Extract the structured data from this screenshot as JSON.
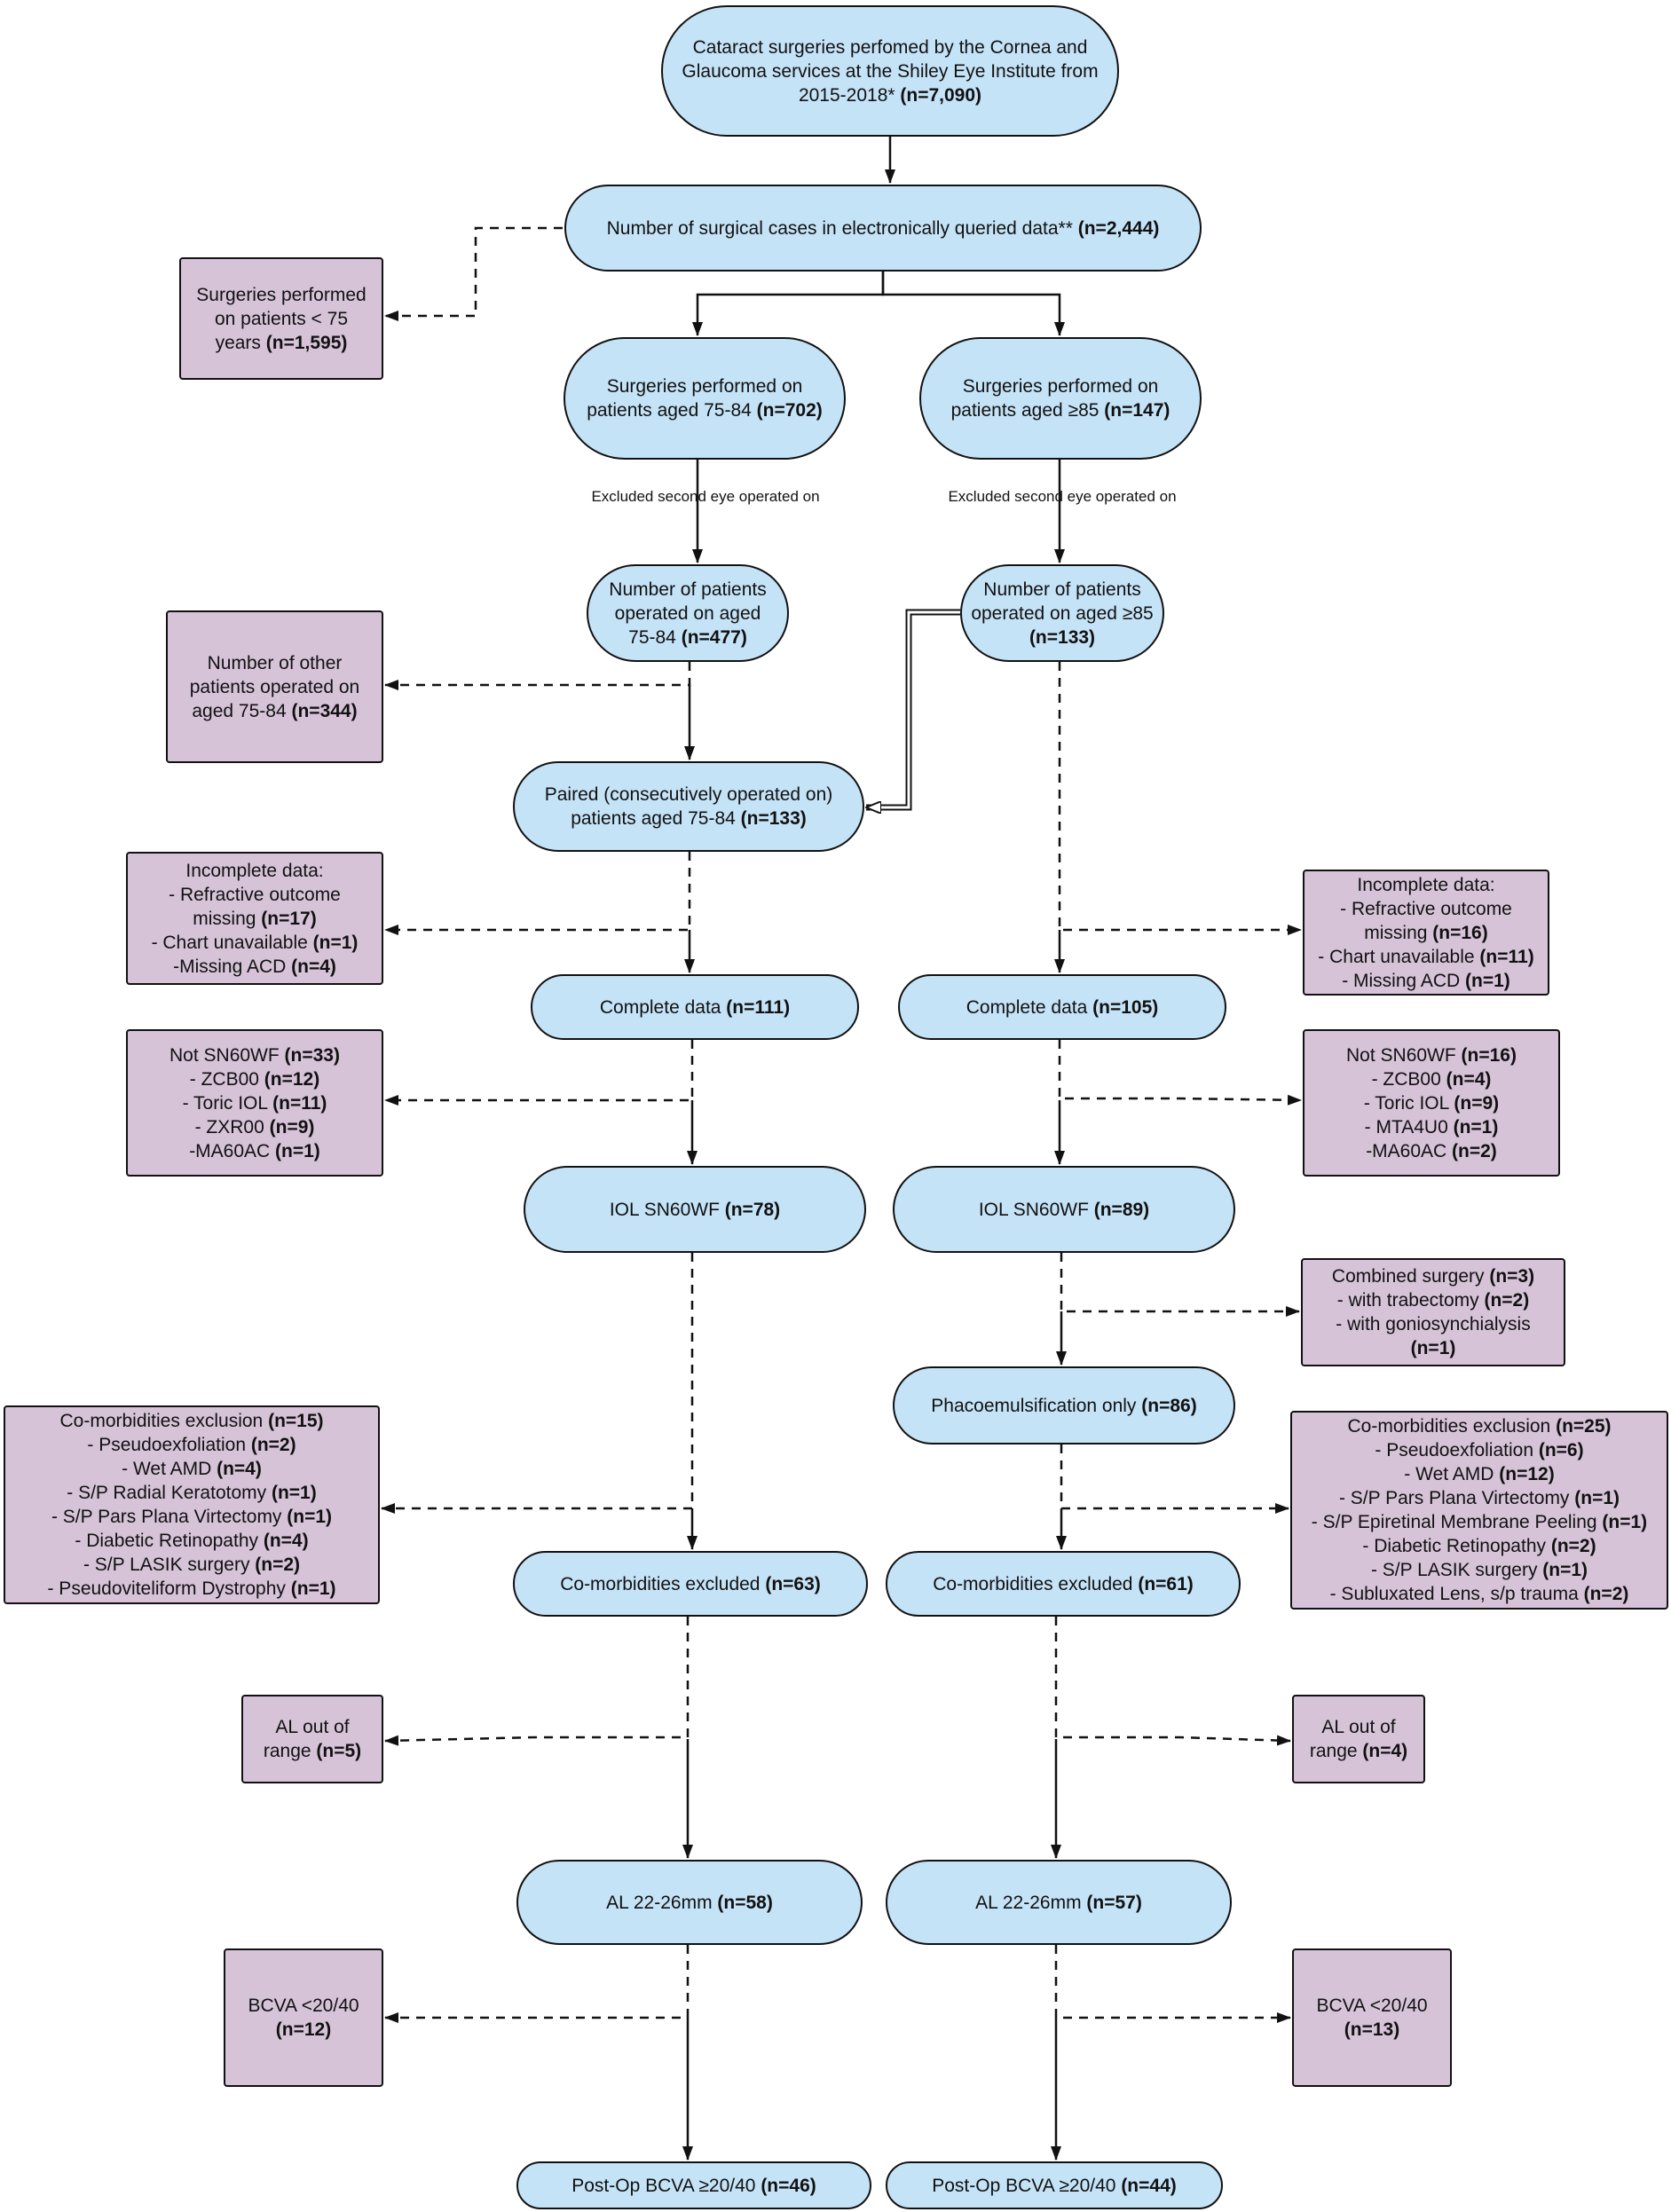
{
  "nodes": [
    {
      "id": "n_total",
      "shape": "pill",
      "lines": [
        {
          "t": "Cataract surgeries perfomed by the Cornea and"
        },
        {
          "t": "Glaucoma services at the Shiley Eye Institute from"
        },
        {
          "t": "2015-2018* ",
          "b": "(n=7,090)"
        }
      ]
    },
    {
      "id": "n_queried",
      "shape": "pill",
      "lines": [
        {
          "t": "Number of surgical cases in electronically queried data** ",
          "b": "(n=2,444)"
        }
      ]
    },
    {
      "id": "x_under75",
      "shape": "box",
      "lines": [
        {
          "t": "Surgeries performed"
        },
        {
          "t": "on patients < 75"
        },
        {
          "t": "years  ",
          "b": "(n=1,595)"
        }
      ]
    },
    {
      "id": "l_age7584",
      "shape": "pill",
      "lines": [
        {
          "t": "Surgeries performed on"
        },
        {
          "t": "patients aged 75-84 ",
          "b": "(n=702)"
        }
      ]
    },
    {
      "id": "r_age85",
      "shape": "pill",
      "lines": [
        {
          "t": "Surgeries performed on"
        },
        {
          "t": "patients aged ≥85 ",
          "b": "(n=147)"
        }
      ]
    },
    {
      "id": "l_pat477",
      "shape": "pill",
      "lines": [
        {
          "t": "Number of patients"
        },
        {
          "t": "operated on aged"
        },
        {
          "t": "75-84 ",
          "b": "(n=477)"
        }
      ]
    },
    {
      "id": "r_pat133",
      "shape": "pill",
      "lines": [
        {
          "t": "Number of patients"
        },
        {
          "t": "operated on aged ≥85"
        },
        {
          "b": "(n=133)"
        }
      ]
    },
    {
      "id": "x_other344",
      "shape": "box",
      "lines": [
        {
          "t": "Number of other"
        },
        {
          "t": "patients operated on"
        },
        {
          "t": "aged 75-84 ",
          "b": "(n=344)"
        }
      ]
    },
    {
      "id": "l_paired",
      "shape": "pill",
      "lines": [
        {
          "t": "Paired (consecutively operated on)"
        },
        {
          "t": "patients aged 75-84 ",
          "b": "(n=133)"
        }
      ]
    },
    {
      "id": "x_l_incomplete",
      "shape": "box",
      "lines": [
        {
          "t": "Incomplete data:"
        },
        {
          "t": "- Refractive outcome"
        },
        {
          "t": "missing ",
          "b": "(n=17)"
        },
        {
          "t": "- Chart unavailable ",
          "b": "(n=1)"
        },
        {
          "t": "-Missing ACD ",
          "b": "(n=4)"
        }
      ]
    },
    {
      "id": "x_r_incomplete",
      "shape": "box",
      "lines": [
        {
          "t": "Incomplete data:"
        },
        {
          "t": "- Refractive outcome"
        },
        {
          "t": "missing ",
          "b": "(n=16)"
        },
        {
          "t": "- Chart unavailable ",
          "b": "(n=11)"
        },
        {
          "t": "- Missing ACD ",
          "b": "(n=1)"
        }
      ]
    },
    {
      "id": "l_complete",
      "shape": "pill",
      "lines": [
        {
          "t": "Complete data ",
          "b": "(n=111)"
        }
      ]
    },
    {
      "id": "r_complete",
      "shape": "pill",
      "lines": [
        {
          "t": "Complete data ",
          "b": "(n=105)"
        }
      ]
    },
    {
      "id": "x_l_notsn",
      "shape": "box",
      "lines": [
        {
          "t": "Not SN60WF ",
          "b": "(n=33)"
        },
        {
          "t": "- ZCB00 ",
          "b": "(n=12)"
        },
        {
          "t": "- Toric IOL ",
          "b": "(n=11)"
        },
        {
          "t": "- ZXR00 ",
          "b": "(n=9)"
        },
        {
          "t": "-MA60AC ",
          "b": "(n=1)"
        }
      ]
    },
    {
      "id": "x_r_notsn",
      "shape": "box",
      "lines": [
        {
          "t": "Not SN60WF ",
          "b": "(n=16)"
        },
        {
          "t": "- ZCB00 ",
          "b": "(n=4)"
        },
        {
          "t": "- Toric IOL ",
          "b": "(n=9)"
        },
        {
          "t": "- MTA4U0 ",
          "b": "(n=1)"
        },
        {
          "t": "-MA60AC ",
          "b": "(n=2)"
        }
      ]
    },
    {
      "id": "l_iol",
      "shape": "pill",
      "lines": [
        {
          "t": "IOL SN60WF ",
          "b": "(n=78)"
        }
      ]
    },
    {
      "id": "r_iol",
      "shape": "pill",
      "lines": [
        {
          "t": "IOL SN60WF ",
          "b": "(n=89)"
        }
      ]
    },
    {
      "id": "x_r_combined",
      "shape": "box",
      "lines": [
        {
          "t": "Combined surgery ",
          "b": "(n=3)"
        },
        {
          "t": "- with trabectomy ",
          "b": "(n=2)"
        },
        {
          "t": "- with goniosynchialysis"
        },
        {
          "b": "(n=1)"
        }
      ]
    },
    {
      "id": "r_phaco",
      "shape": "pill",
      "lines": [
        {
          "t": "Phacoemulsification only ",
          "b": "(n=86)"
        }
      ]
    },
    {
      "id": "x_l_comorb",
      "shape": "box",
      "lines": [
        {
          "t": "Co-morbidities exclusion ",
          "b": "(n=15)"
        },
        {
          "t": "- Pseudoexfoliation ",
          "b": "(n=2)"
        },
        {
          "t": "- Wet AMD ",
          "b": "(n=4)"
        },
        {
          "t": "- S/P Radial Keratotomy ",
          "b": "(n=1)"
        },
        {
          "t": "- S/P Pars Plana Virtectomy ",
          "b": "(n=1)"
        },
        {
          "t": "- Diabetic Retinopathy ",
          "b": "(n=4)"
        },
        {
          "t": "- S/P LASIK surgery ",
          "b": "(n=2)"
        },
        {
          "t": "- Pseudoviteliform Dystrophy ",
          "b": "(n=1)"
        }
      ]
    },
    {
      "id": "x_r_comorb",
      "shape": "box",
      "lines": [
        {
          "t": "Co-morbidities exclusion ",
          "b": "(n=25)"
        },
        {
          "t": "- Pseudoexfoliation ",
          "b": "(n=6)"
        },
        {
          "t": "- Wet AMD ",
          "b": "(n=12)"
        },
        {
          "t": "- S/P Pars Plana Virtectomy ",
          "b": "(n=1)"
        },
        {
          "t": "- S/P Epiretinal Membrane Peeling ",
          "b": "(n=1)"
        },
        {
          "t": "- Diabetic Retinopathy ",
          "b": "(n=2)"
        },
        {
          "t": "- S/P LASIK surgery ",
          "b": "(n=1)"
        },
        {
          "t": "- Subluxated Lens, s/p trauma ",
          "b": "(n=2)"
        }
      ]
    },
    {
      "id": "l_comorb_ex",
      "shape": "pill",
      "lines": [
        {
          "t": "Co-morbidities excluded ",
          "b": "(n=63)"
        }
      ]
    },
    {
      "id": "r_comorb_ex",
      "shape": "pill",
      "lines": [
        {
          "t": "Co-morbidities excluded ",
          "b": "(n=61)"
        }
      ]
    },
    {
      "id": "x_l_al",
      "shape": "box",
      "lines": [
        {
          "t": "AL out of"
        },
        {
          "t": "range ",
          "b": "(n=5)"
        }
      ]
    },
    {
      "id": "x_r_al",
      "shape": "box",
      "lines": [
        {
          "t": "AL out of"
        },
        {
          "t": "range ",
          "b": "(n=4)"
        }
      ]
    },
    {
      "id": "l_al",
      "shape": "pill",
      "lines": [
        {
          "t": "AL 22-26mm ",
          "b": "(n=58)"
        }
      ]
    },
    {
      "id": "r_al",
      "shape": "pill",
      "lines": [
        {
          "t": "AL 22-26mm ",
          "b": "(n=57)"
        }
      ]
    },
    {
      "id": "x_l_bcva",
      "shape": "box",
      "lines": [
        {
          "t": "BCVA <20/40"
        },
        {
          "b": "(n=12)"
        }
      ]
    },
    {
      "id": "x_r_bcva",
      "shape": "box",
      "lines": [
        {
          "t": "BCVA <20/40"
        },
        {
          "b": "(n=13)"
        }
      ]
    },
    {
      "id": "l_final",
      "shape": "pill",
      "lines": [
        {
          "t": "Post-Op BCVA ≥20/40 ",
          "b": "(n=46)"
        }
      ]
    },
    {
      "id": "r_final",
      "shape": "pill",
      "lines": [
        {
          "t": "Post-Op BCVA ≥20/40 ",
          "b": "(n=44)"
        }
      ]
    }
  ],
  "edge_labels": [
    {
      "id": "lbl_l_second",
      "text": "Excluded second eye operated on"
    },
    {
      "id": "lbl_r_second",
      "text": "Excluded second eye operated on"
    }
  ],
  "edges": [
    {
      "from": "n_total",
      "to": "n_queried",
      "style": "solid"
    },
    {
      "from": "n_queried",
      "to": "x_under75",
      "style": "dashed"
    },
    {
      "from": "n_queried",
      "to": "l_age7584",
      "style": "solid"
    },
    {
      "from": "n_queried",
      "to": "r_age85",
      "style": "solid"
    },
    {
      "from": "l_age7584",
      "to": "l_pat477",
      "style": "solid"
    },
    {
      "from": "r_age85",
      "to": "r_pat133",
      "style": "solid"
    },
    {
      "from": "l_pat477",
      "to": "x_other344",
      "style": "dashed"
    },
    {
      "from": "l_pat477",
      "to": "l_paired",
      "style": "solid"
    },
    {
      "from": "r_pat133",
      "to": "l_paired",
      "style": "double"
    },
    {
      "from": "l_paired",
      "to": "x_l_incomplete",
      "style": "dashed"
    },
    {
      "from": "l_paired",
      "to": "l_complete",
      "style": "solid"
    },
    {
      "from": "r_pat133",
      "to": "x_r_incomplete",
      "style": "dashed"
    },
    {
      "from": "r_pat133",
      "to": "r_complete",
      "style": "solid"
    },
    {
      "from": "l_complete",
      "to": "x_l_notsn",
      "style": "dashed"
    },
    {
      "from": "l_complete",
      "to": "l_iol",
      "style": "solid"
    },
    {
      "from": "r_complete",
      "to": "x_r_notsn",
      "style": "dashed"
    },
    {
      "from": "r_complete",
      "to": "r_iol",
      "style": "solid"
    },
    {
      "from": "r_iol",
      "to": "x_r_combined",
      "style": "dashed"
    },
    {
      "from": "r_iol",
      "to": "r_phaco",
      "style": "solid"
    },
    {
      "from": "l_iol",
      "to": "x_l_comorb",
      "style": "dashed"
    },
    {
      "from": "l_iol",
      "to": "l_comorb_ex",
      "style": "solid"
    },
    {
      "from": "r_phaco",
      "to": "x_r_comorb",
      "style": "dashed"
    },
    {
      "from": "r_phaco",
      "to": "r_comorb_ex",
      "style": "solid"
    },
    {
      "from": "l_comorb_ex",
      "to": "x_l_al",
      "style": "dashed"
    },
    {
      "from": "l_comorb_ex",
      "to": "l_al",
      "style": "solid"
    },
    {
      "from": "r_comorb_ex",
      "to": "x_r_al",
      "style": "dashed"
    },
    {
      "from": "r_comorb_ex",
      "to": "r_al",
      "style": "solid"
    },
    {
      "from": "l_al",
      "to": "x_l_bcva",
      "style": "dashed"
    },
    {
      "from": "l_al",
      "to": "l_final",
      "style": "solid"
    },
    {
      "from": "r_al",
      "to": "x_r_bcva",
      "style": "dashed"
    },
    {
      "from": "r_al",
      "to": "r_final",
      "style": "solid"
    }
  ]
}
